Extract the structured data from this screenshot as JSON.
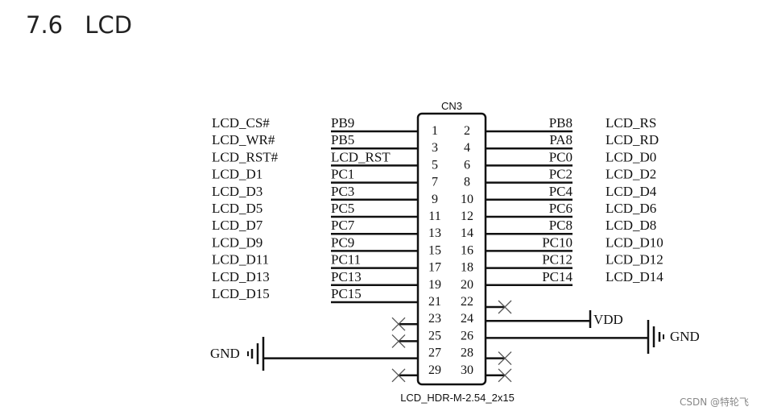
{
  "section": {
    "number": "7.6",
    "title": "LCD"
  },
  "connector": {
    "ref": "CN3",
    "part": "LCD_HDR-M-2.54_2x15"
  },
  "left_pins": [
    {
      "pin": "1",
      "net": "LCD_CS#",
      "port": "PB9"
    },
    {
      "pin": "3",
      "net": "LCD_WR#",
      "port": "PB5"
    },
    {
      "pin": "5",
      "net": "LCD_RST#",
      "port": "LCD_RST"
    },
    {
      "pin": "7",
      "net": "LCD_D1",
      "port": "PC1"
    },
    {
      "pin": "9",
      "net": "LCD_D3",
      "port": "PC3"
    },
    {
      "pin": "11",
      "net": "LCD_D5",
      "port": "PC5"
    },
    {
      "pin": "13",
      "net": "LCD_D7",
      "port": "PC7"
    },
    {
      "pin": "15",
      "net": "LCD_D9",
      "port": "PC9"
    },
    {
      "pin": "17",
      "net": "LCD_D11",
      "port": "PC11"
    },
    {
      "pin": "19",
      "net": "LCD_D13",
      "port": "PC13"
    },
    {
      "pin": "21",
      "net": "LCD_D15",
      "port": "PC15"
    },
    {
      "pin": "23",
      "net": "",
      "port": ""
    },
    {
      "pin": "25",
      "net": "",
      "port": ""
    },
    {
      "pin": "27",
      "net": "",
      "port": ""
    },
    {
      "pin": "29",
      "net": "",
      "port": ""
    }
  ],
  "right_pins": [
    {
      "pin": "2",
      "net": "LCD_RS",
      "port": "PB8"
    },
    {
      "pin": "4",
      "net": "LCD_RD",
      "port": "PA8"
    },
    {
      "pin": "6",
      "net": "LCD_D0",
      "port": "PC0"
    },
    {
      "pin": "8",
      "net": "LCD_D2",
      "port": "PC2"
    },
    {
      "pin": "10",
      "net": "LCD_D4",
      "port": "PC4"
    },
    {
      "pin": "12",
      "net": "LCD_D6",
      "port": "PC6"
    },
    {
      "pin": "14",
      "net": "LCD_D8",
      "port": "PC8"
    },
    {
      "pin": "16",
      "net": "LCD_D10",
      "port": "PC10"
    },
    {
      "pin": "18",
      "net": "LCD_D12",
      "port": "PC12"
    },
    {
      "pin": "20",
      "net": "LCD_D14",
      "port": "PC14"
    },
    {
      "pin": "22",
      "net": "",
      "port": ""
    },
    {
      "pin": "24",
      "net": "",
      "port": ""
    },
    {
      "pin": "26",
      "net": "",
      "port": ""
    },
    {
      "pin": "28",
      "net": "",
      "port": ""
    },
    {
      "pin": "30",
      "net": "",
      "port": ""
    }
  ],
  "power": {
    "vdd": "VDD",
    "gnd_left": "GND",
    "gnd_right": "GND"
  },
  "watermark": "CSDN @特轮飞"
}
